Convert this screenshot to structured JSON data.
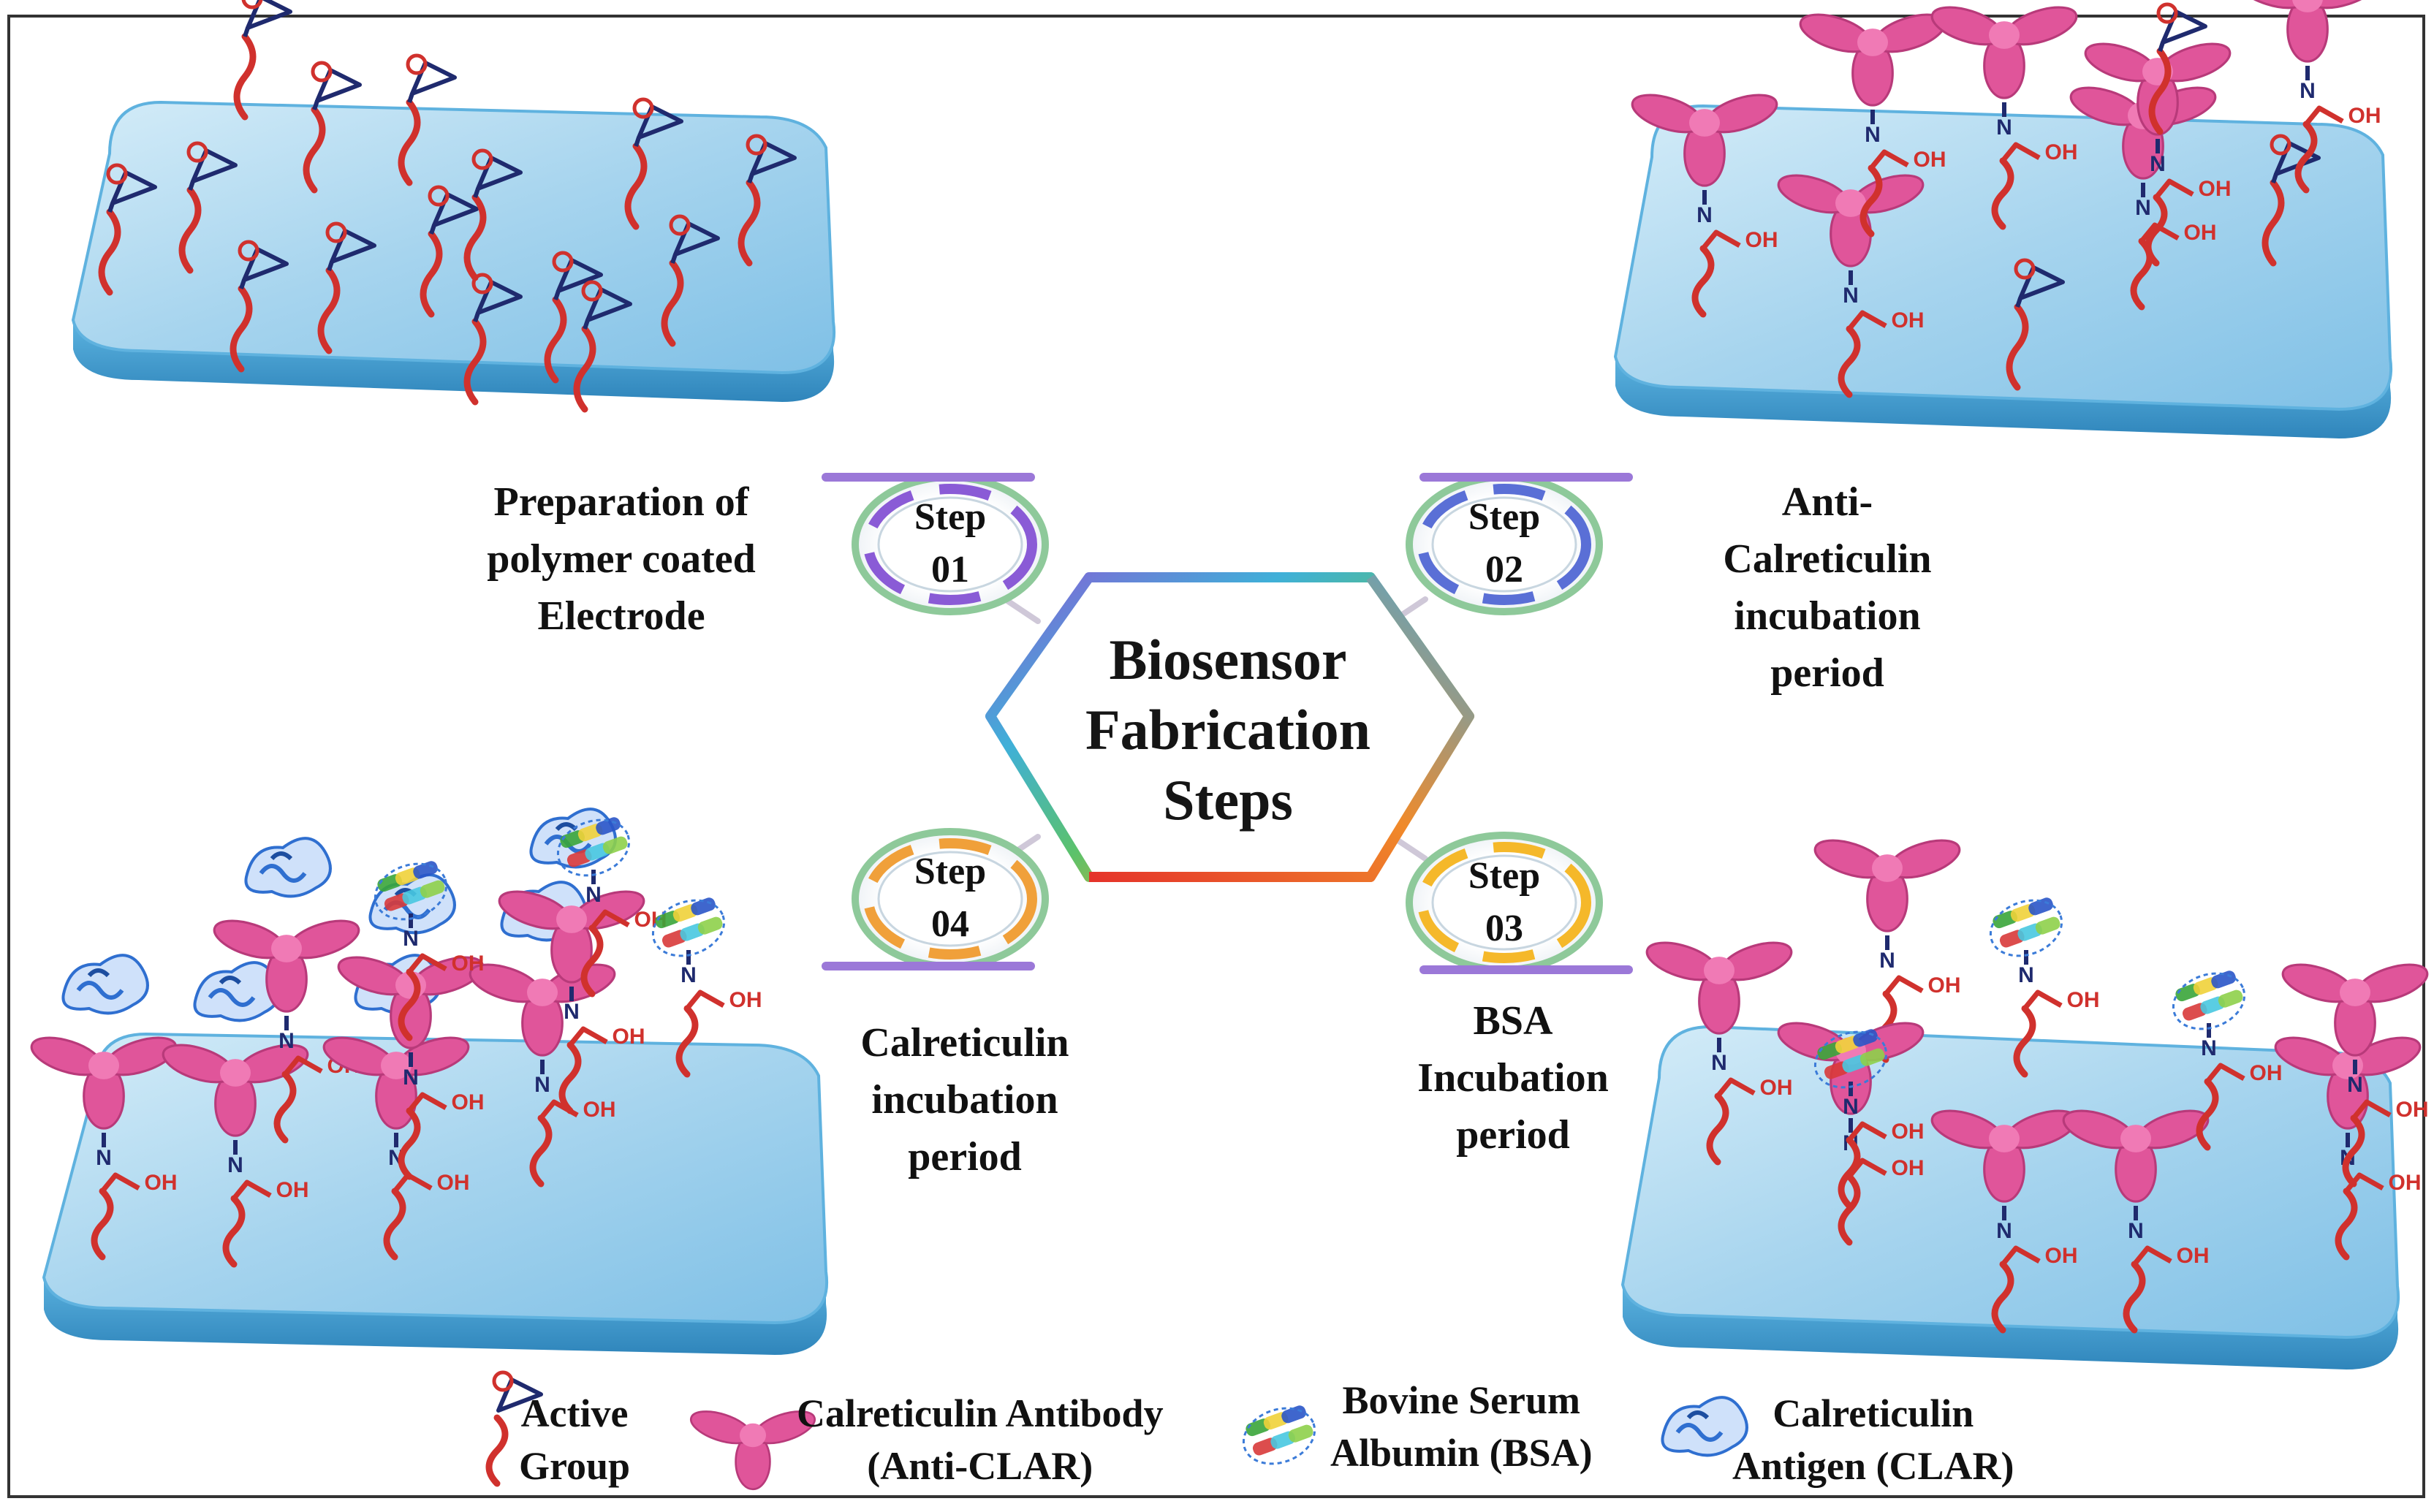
{
  "center": {
    "title_lines": [
      "Biosensor",
      "Fabrication",
      "Steps"
    ]
  },
  "steps": [
    {
      "word": "Step",
      "num": "01"
    },
    {
      "word": "Step",
      "num": "02"
    },
    {
      "word": "Step",
      "num": "03"
    },
    {
      "word": "Step",
      "num": "04"
    }
  ],
  "panels": {
    "step1": {
      "label_lines": [
        "Preparation of",
        "polymer coated",
        "Electrode"
      ]
    },
    "step2": {
      "label_lines": [
        "Anti-",
        "Calreticulin",
        "incubation",
        "period"
      ]
    },
    "step3": {
      "label_lines": [
        "BSA",
        "Incubation",
        "period"
      ]
    },
    "step4": {
      "label_lines": [
        "Calreticulin",
        "incubation",
        "period"
      ]
    }
  },
  "molecule_labels": {
    "oh": "OH",
    "n": "N",
    "o": "O"
  },
  "legend": [
    {
      "icon": "epoxide-icon",
      "lines": [
        "Active",
        "Group"
      ]
    },
    {
      "icon": "antibody-icon",
      "lines": [
        "Calreticulin Antibody",
        "(Anti-CLAR)"
      ]
    },
    {
      "icon": "bsa-protein-icon",
      "lines": [
        "Bovine Serum",
        "Albumin (BSA)"
      ]
    },
    {
      "icon": "antigen-protein-icon",
      "lines": [
        "Calreticulin",
        "Antigen (CLAR)"
      ]
    }
  ],
  "colors": {
    "electrode_top": "#a9d6ee",
    "electrode_edge": "#4fa9d8",
    "linker": "#d0312d",
    "epoxide": "#1f2a6e",
    "antibody": "#e0559a",
    "antigen": "#2f6fd0",
    "frame": "#333333"
  }
}
